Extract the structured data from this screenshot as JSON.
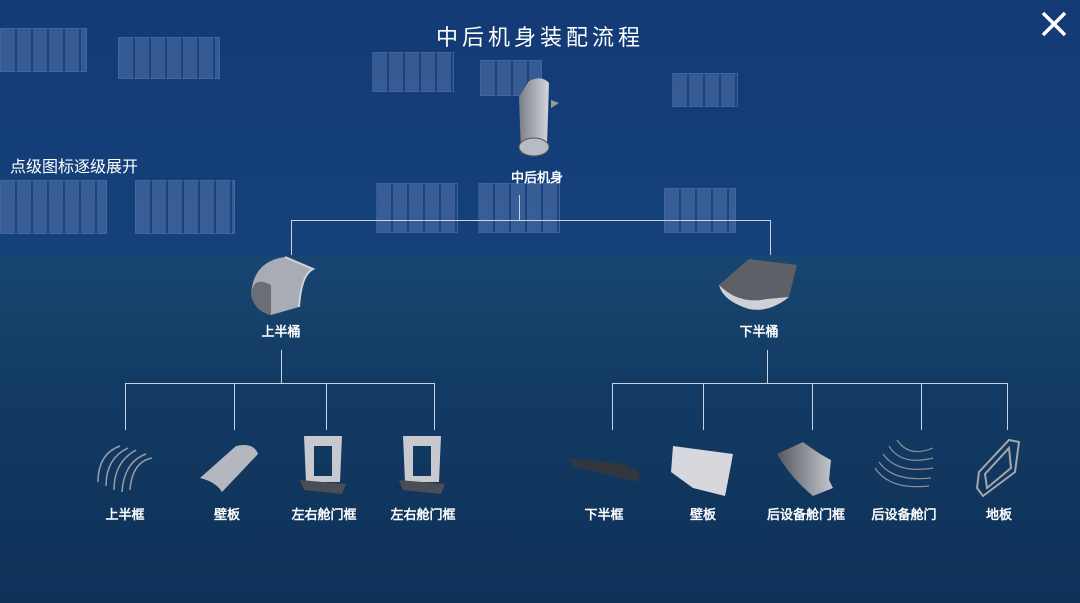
{
  "title": "中后机身装配流程",
  "hint": "点级图标逐级展开",
  "root": {
    "label": "中后机身",
    "icon": "fuselage-icon"
  },
  "level1": [
    {
      "label": "上半桶",
      "icon": "upper-barrel-icon"
    },
    {
      "label": "下半桶",
      "icon": "lower-barrel-icon"
    }
  ],
  "upper_children": [
    {
      "label": "上半框",
      "icon": "upper-frame-icon"
    },
    {
      "label": "壁板",
      "icon": "panel-icon"
    },
    {
      "label": "左右舱门框",
      "icon": "door-frame-icon"
    },
    {
      "label": "左右舱门框",
      "icon": "door-frame-icon"
    }
  ],
  "lower_children": [
    {
      "label": "下半框",
      "icon": "lower-frame-icon"
    },
    {
      "label": "壁板",
      "icon": "panel-icon"
    },
    {
      "label": "后设备舱门框",
      "icon": "equipment-door-frame-icon"
    },
    {
      "label": "后设备舱门",
      "icon": "equipment-door-icon"
    },
    {
      "label": "地板",
      "icon": "floor-icon"
    }
  ]
}
